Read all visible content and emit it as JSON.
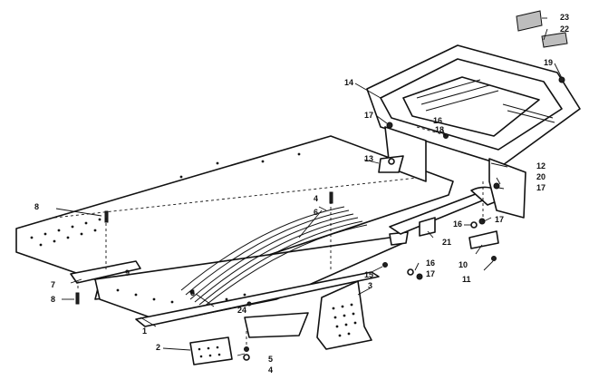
{
  "callouts": [
    {
      "id": "c1",
      "label": "1"
    },
    {
      "id": "c2",
      "label": "2"
    },
    {
      "id": "c3",
      "label": "3"
    },
    {
      "id": "c4a",
      "label": "4"
    },
    {
      "id": "c4b",
      "label": "4"
    },
    {
      "id": "c5a",
      "label": "5"
    },
    {
      "id": "c5b",
      "label": "5"
    },
    {
      "id": "c6",
      "label": "6"
    },
    {
      "id": "c7",
      "label": "7"
    },
    {
      "id": "c8a",
      "label": "8"
    },
    {
      "id": "c8b",
      "label": "8"
    },
    {
      "id": "c9",
      "label": "9"
    },
    {
      "id": "c10",
      "label": "10"
    },
    {
      "id": "c11",
      "label": "11"
    },
    {
      "id": "c12",
      "label": "12"
    },
    {
      "id": "c13",
      "label": "13"
    },
    {
      "id": "c14",
      "label": "14"
    },
    {
      "id": "c15",
      "label": "15"
    },
    {
      "id": "c16a",
      "label": "16"
    },
    {
      "id": "c16b",
      "label": "16"
    },
    {
      "id": "c16c",
      "label": "16"
    },
    {
      "id": "c17a",
      "label": "17"
    },
    {
      "id": "c17b",
      "label": "17"
    },
    {
      "id": "c17c",
      "label": "17"
    },
    {
      "id": "c17d",
      "label": "17"
    },
    {
      "id": "c18",
      "label": "18"
    },
    {
      "id": "c19",
      "label": "19"
    },
    {
      "id": "c20",
      "label": "20"
    },
    {
      "id": "c21",
      "label": "21"
    },
    {
      "id": "c22",
      "label": "22"
    },
    {
      "id": "c23",
      "label": "23"
    },
    {
      "id": "c24",
      "label": "24"
    }
  ]
}
